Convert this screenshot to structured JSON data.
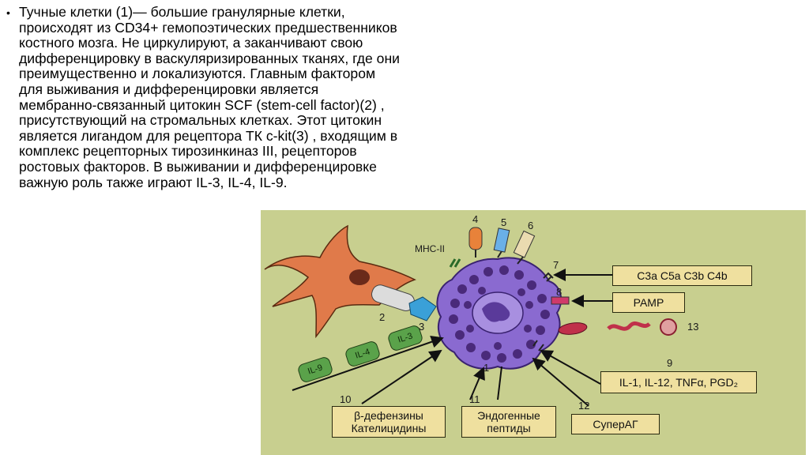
{
  "slide": {
    "bullet": "•",
    "lines": [
      "Тучные клетки (1)—  большие гранулярные клетки,",
      "происходят из CD34+ гемопоэтических предшественников",
      "костного мозга. Не циркулируют, а заканчивают свою",
      "дифференцировку в васкуляризированных тканях, где они",
      "преимущественно и локализуются. Главным фактором",
      "для выживания и дифференцировки  является",
      "мембранно-связанный цитокин SCF (stem-cell factor)(2) ,",
      "присутствующий на стромальных клетках. Этот цитокин",
      "является лигандом для рецептора ТК c-kit(3) , входящим в",
      "комплекс рецепторных тирозинкиназ III, рецепторов",
      "ростовых факторов. В выживании и дифференцировке",
      "важную роль также играют IL-3, IL-4, IL-9."
    ]
  },
  "diagram": {
    "mhc": "MHC-II",
    "numbers": {
      "n1": "1",
      "n2": "2",
      "n3": "3",
      "n4": "4",
      "n5": "5",
      "n6": "6",
      "n7": "7",
      "n8": "8",
      "n9": "9",
      "n10": "10",
      "n11": "11",
      "n12": "12",
      "n13": "13"
    },
    "boxes": {
      "complement": "С3а С5а С3b С4b",
      "pamp": "PAMP",
      "cytokines": "IL-1, IL-12, TNFα, PGD₂",
      "defensins_l1": "β-дефензины",
      "defensins_l2": "Кателицидины",
      "endogenous_l1": "Эндогенные",
      "endogenous_l2": "пептиды",
      "superag": "СуперАГ"
    },
    "interleukins": [
      "IL-9",
      "IL-4",
      "IL-3"
    ],
    "colors": {
      "background": "#c8cf8f",
      "box": "#efe09f",
      "cell": "#8a6ad0",
      "granule": "#4a2a7a",
      "stromal": "#e07a4a",
      "il": "#5aa24a"
    }
  }
}
